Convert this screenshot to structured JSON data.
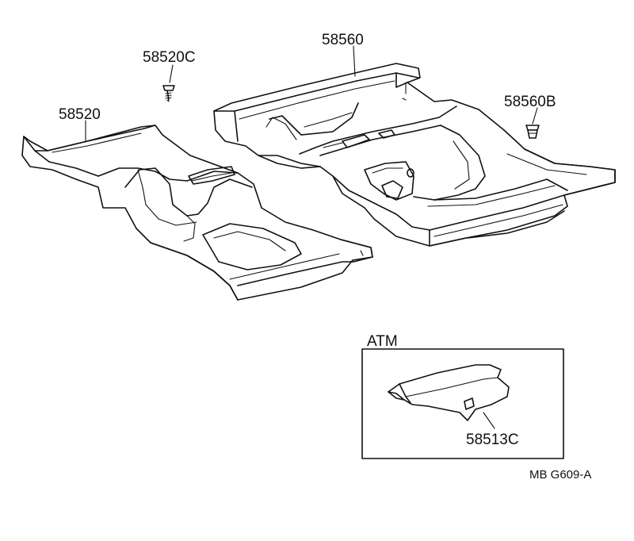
{
  "callouts": {
    "front_carpet": "58520",
    "front_clip": "58520C",
    "rear_carpet": "58560",
    "rear_clip": "58560B",
    "atm_pad": "58513C"
  },
  "inset": {
    "title": "ATM"
  },
  "figure_code": "MB G609-A",
  "colors": {
    "ink": "#111111",
    "paper": "#ffffff"
  }
}
